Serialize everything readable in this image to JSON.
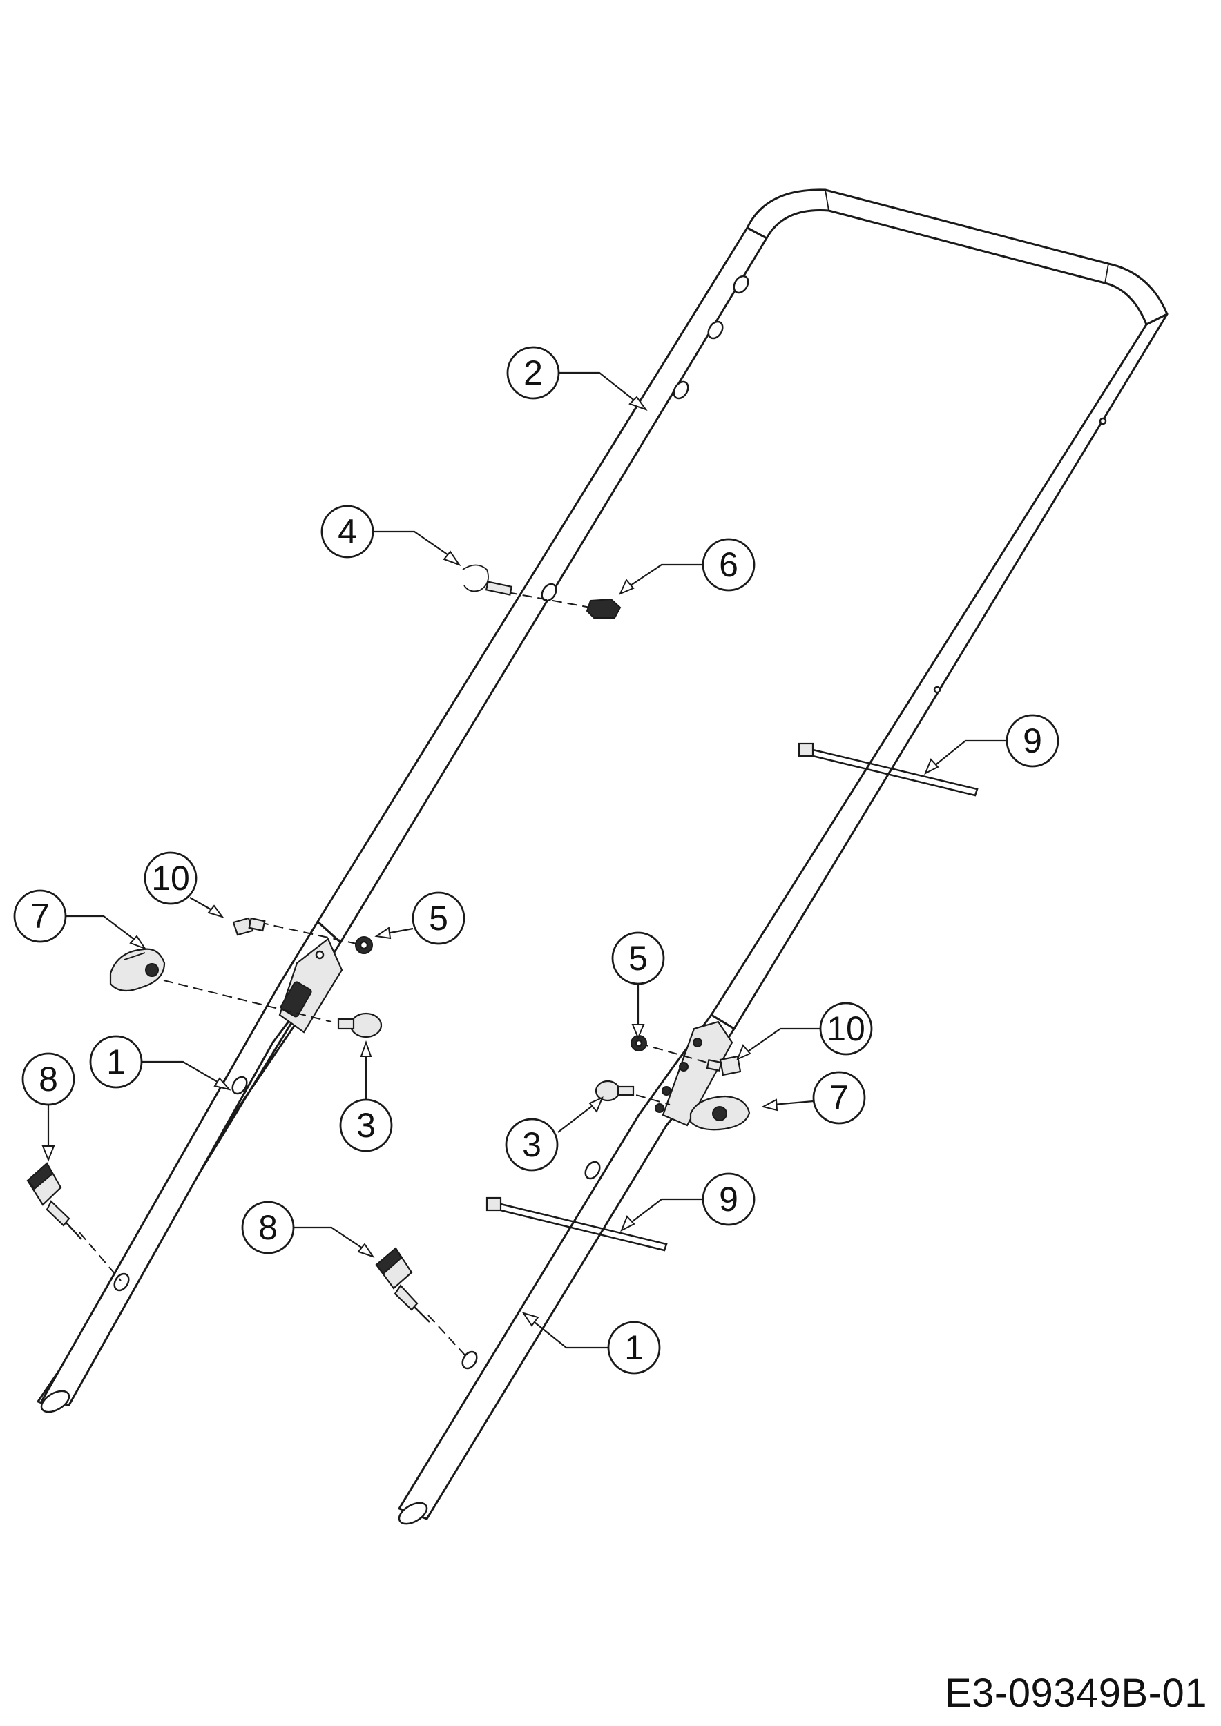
{
  "callouts": [
    {
      "label": "1"
    },
    {
      "label": "1"
    },
    {
      "label": "2"
    },
    {
      "label": "3"
    },
    {
      "label": "3"
    },
    {
      "label": "4"
    },
    {
      "label": "5"
    },
    {
      "label": "5"
    },
    {
      "label": "6"
    },
    {
      "label": "7"
    },
    {
      "label": "7"
    },
    {
      "label": "8"
    },
    {
      "label": "8"
    },
    {
      "label": "9"
    },
    {
      "label": "9"
    },
    {
      "label": "10"
    },
    {
      "label": "10"
    }
  ],
  "drawing_code": "E3-09349B-01"
}
